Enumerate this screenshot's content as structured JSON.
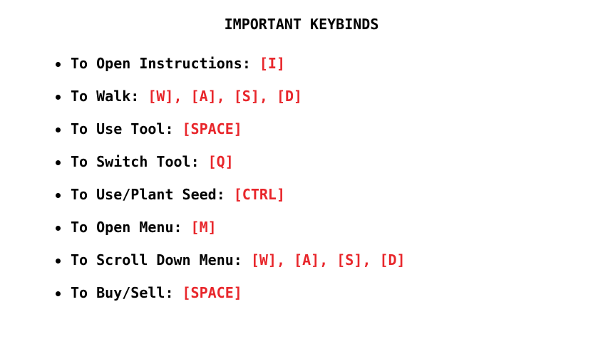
{
  "title": "IMPORTANT KEYBINDS",
  "colors": {
    "text": "#000000",
    "key": "#e8262b",
    "background": "#ffffff"
  },
  "keybinds": [
    {
      "action": "To Open Instructions:",
      "keys": "[I]"
    },
    {
      "action": "To Walk:",
      "keys": "[W], [A], [S], [D]"
    },
    {
      "action": "To Use Tool:",
      "keys": "[SPACE]"
    },
    {
      "action": "To Switch Tool:",
      "keys": "[Q]"
    },
    {
      "action": "To Use/Plant Seed:",
      "keys": "[CTRL]"
    },
    {
      "action": "To Open Menu:",
      "keys": "[M]"
    },
    {
      "action": "To Scroll Down Menu:",
      "keys": "[W], [A], [S], [D]"
    },
    {
      "action": "To Buy/Sell:",
      "keys": "[SPACE]"
    }
  ]
}
